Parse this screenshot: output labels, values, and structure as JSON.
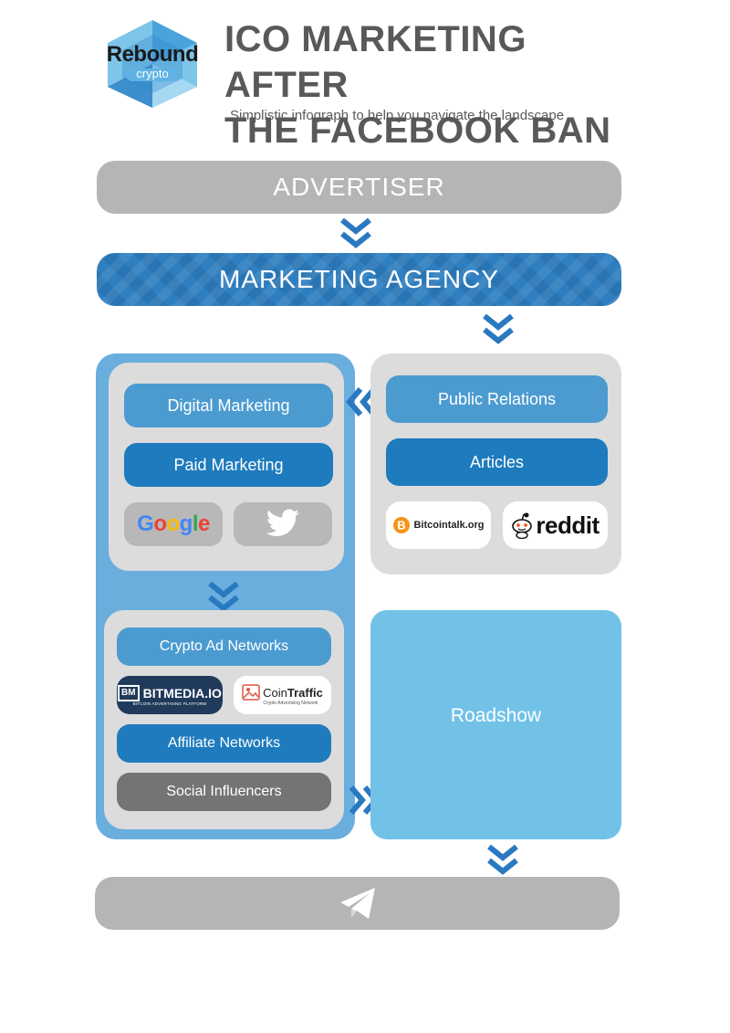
{
  "header": {
    "logo_main": "Rebound",
    "logo_sub": "crypto",
    "title_line1": "ICO MARKETING AFTER",
    "title_line2": "THE FACEBOOK BAN",
    "subtitle": "Simplistic infograph to help you navigate the landscape"
  },
  "flow": {
    "advertiser": "ADVERTISER",
    "agency": "MARKETING AGENCY",
    "final_icon": "telegram-icon"
  },
  "left_top": {
    "digital": "Digital Marketing",
    "paid": "Paid Marketing",
    "logos": [
      "Google",
      "twitter-icon"
    ]
  },
  "right_top": {
    "pr": "Public Relations",
    "articles": "Articles",
    "bitcointalk": "Bitcointalk.org",
    "reddit": "reddit"
  },
  "left_bottom": {
    "crypto_ads": "Crypto Ad Networks",
    "bitmedia": "BITMEDIA.IO",
    "bitmedia_sub": "BITCOIN ADVERTISING PLATFORM",
    "cointraffic_a": "Coin",
    "cointraffic_b": "Traffic",
    "cointraffic_sub": "Crypto Advertising Network",
    "affiliate": "Affiliate Networks",
    "influencers": "Social Influencers"
  },
  "roadshow": "Roadshow",
  "colors": {
    "grey_bar": "#b5b5b5",
    "agency_blue": "#2f7fc0",
    "panel_blue": "#6aaede",
    "panel_grey": "#dcdcdc",
    "pill_light": "#4b9bd0",
    "pill_mid": "#1e7bbd",
    "pill_dark": "#747474",
    "roadshow": "#72c2e8",
    "chevron": "#2a79c0"
  }
}
